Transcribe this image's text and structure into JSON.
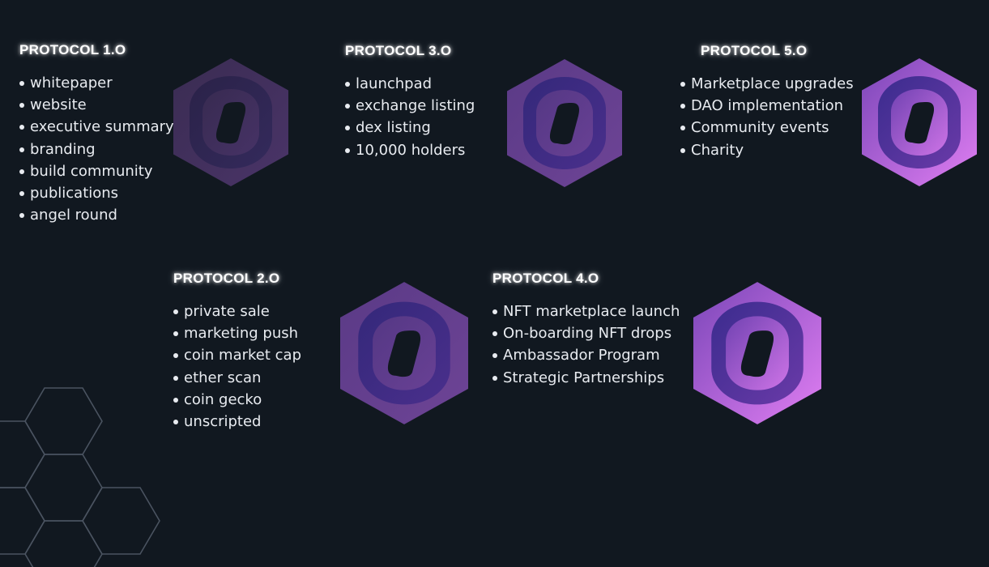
{
  "colors": {
    "background": "#111820",
    "text": "#e8ebf0",
    "hex_outline": "#4a5360",
    "logo_light": "#c86ce6",
    "logo_dark": "#3a2a6e"
  },
  "protocols": [
    {
      "title": "PROTOCOL 1.O",
      "items": [
        "whitepaper",
        "website",
        "executive summary",
        "branding",
        "build community",
        "publications",
        "angel round"
      ],
      "logo": "hexagon-logo-dim"
    },
    {
      "title": "PROTOCOL 2.O",
      "items": [
        "private sale",
        "marketing push",
        "coin market cap",
        "ether scan",
        "coin gecko",
        "unscripted"
      ],
      "logo": "hexagon-logo"
    },
    {
      "title": "PROTOCOL 3.O",
      "items": [
        "launchpad",
        "exchange listing",
        "dex listing",
        "10,000 holders"
      ],
      "logo": "hexagon-logo"
    },
    {
      "title": "PROTOCOL 4.O",
      "items": [
        "NFT marketplace launch",
        "On-boarding NFT drops",
        "Ambassador Program",
        "Strategic Partnerships"
      ],
      "logo": "hexagon-logo-bright"
    },
    {
      "title": "PROTOCOL 5.O",
      "items": [
        "Marketplace upgrades",
        "DAO implementation",
        "Community events",
        "Charity"
      ],
      "logo": "hexagon-logo-bright"
    }
  ]
}
